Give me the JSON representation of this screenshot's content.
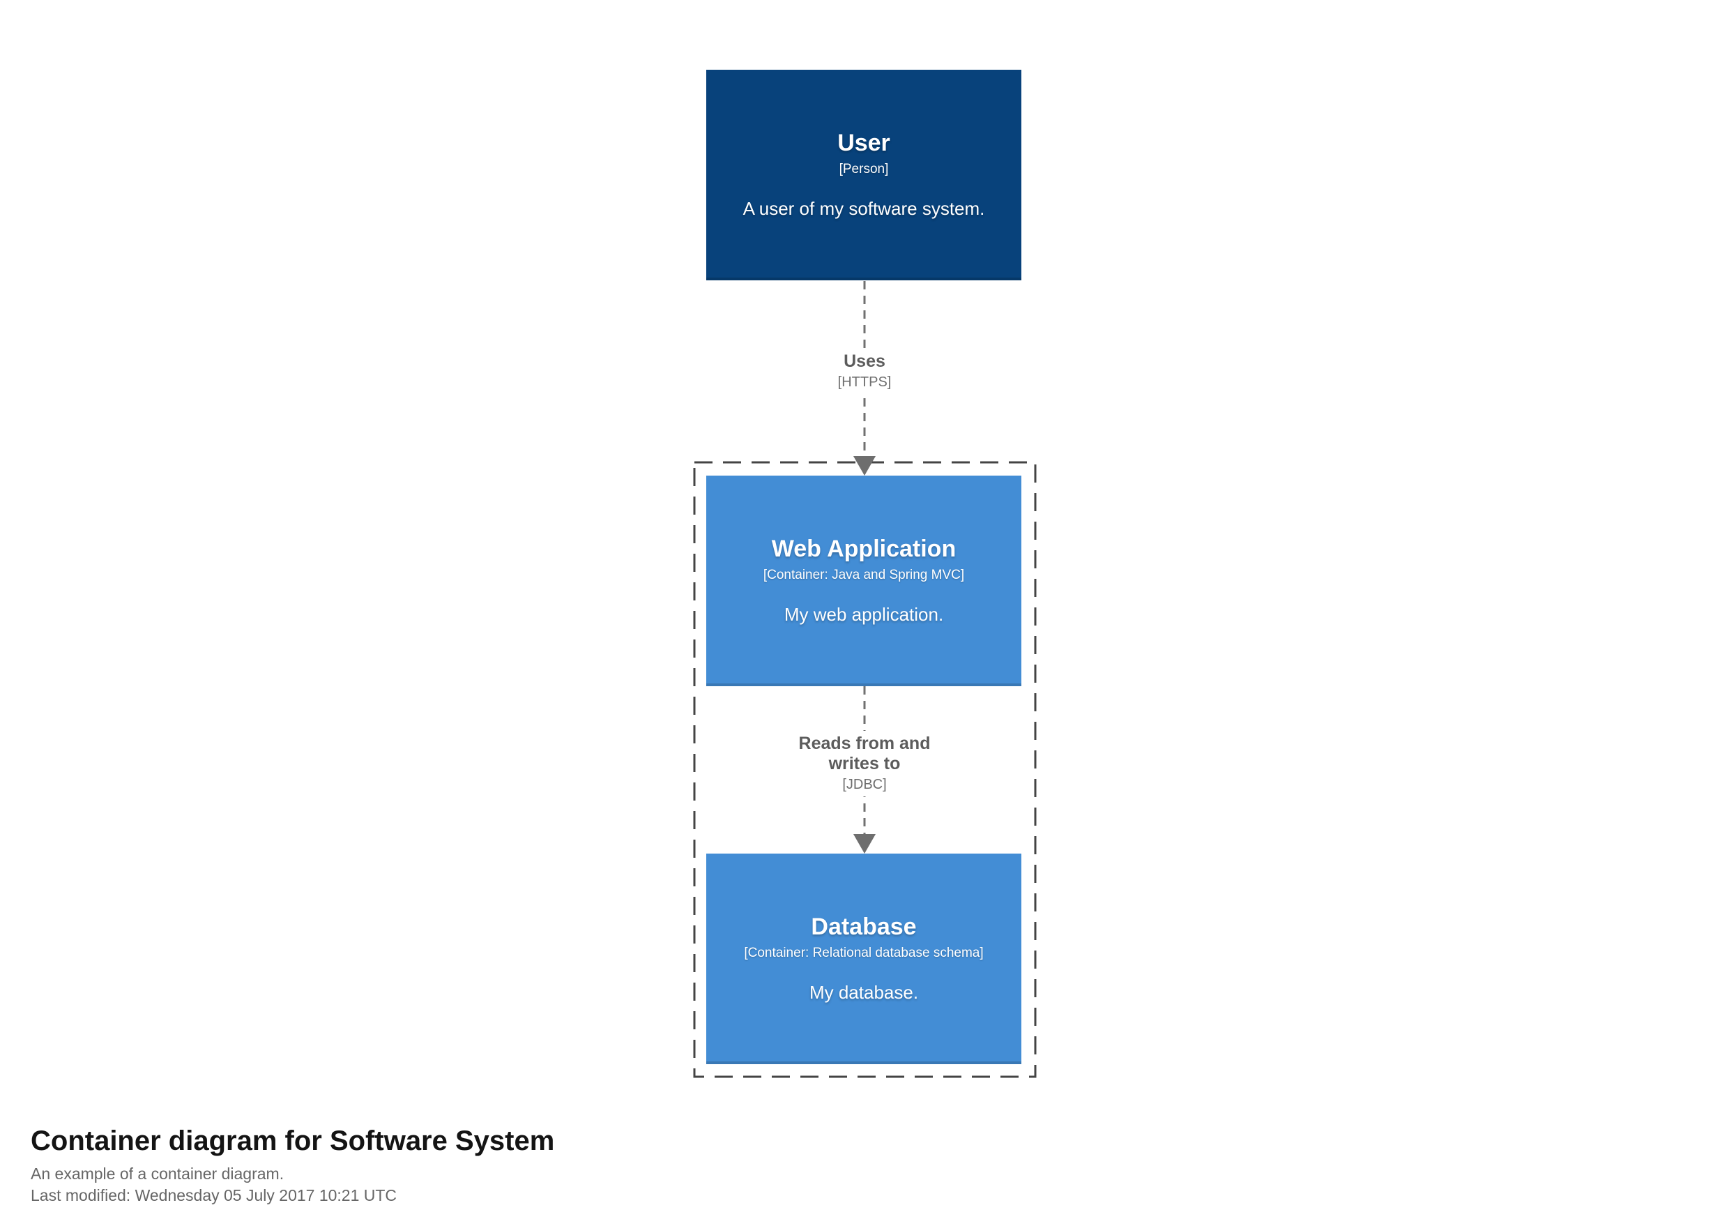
{
  "colors": {
    "person_background": "#08427b",
    "container_background": "#438dd5",
    "node_text": "#ffffff",
    "boundary_stroke": "#444444",
    "connector_stroke": "#707070",
    "relationship_text": "#5c5c5c",
    "footer_title_text": "#141414",
    "footer_body_text": "#666666"
  },
  "nodes": {
    "user": {
      "name": "User",
      "meta": "[Person]",
      "description": "A user of my software system."
    },
    "webapp": {
      "name": "Web Application",
      "meta": "[Container: Java and Spring MVC]",
      "description": "My web application."
    },
    "database": {
      "name": "Database",
      "meta": "[Container: Relational database schema]",
      "description": "My database."
    }
  },
  "relationships": {
    "uses": {
      "label": "Uses",
      "technology": "[HTTPS]"
    },
    "reads": {
      "label_line1": "Reads from and",
      "label_line2": "writes to",
      "technology": "[JDBC]"
    }
  },
  "footer": {
    "title": "Container diagram for Software System",
    "description": "An example of a container diagram.",
    "last_modified": "Last modified: Wednesday 05 July 2017 10:21 UTC"
  }
}
